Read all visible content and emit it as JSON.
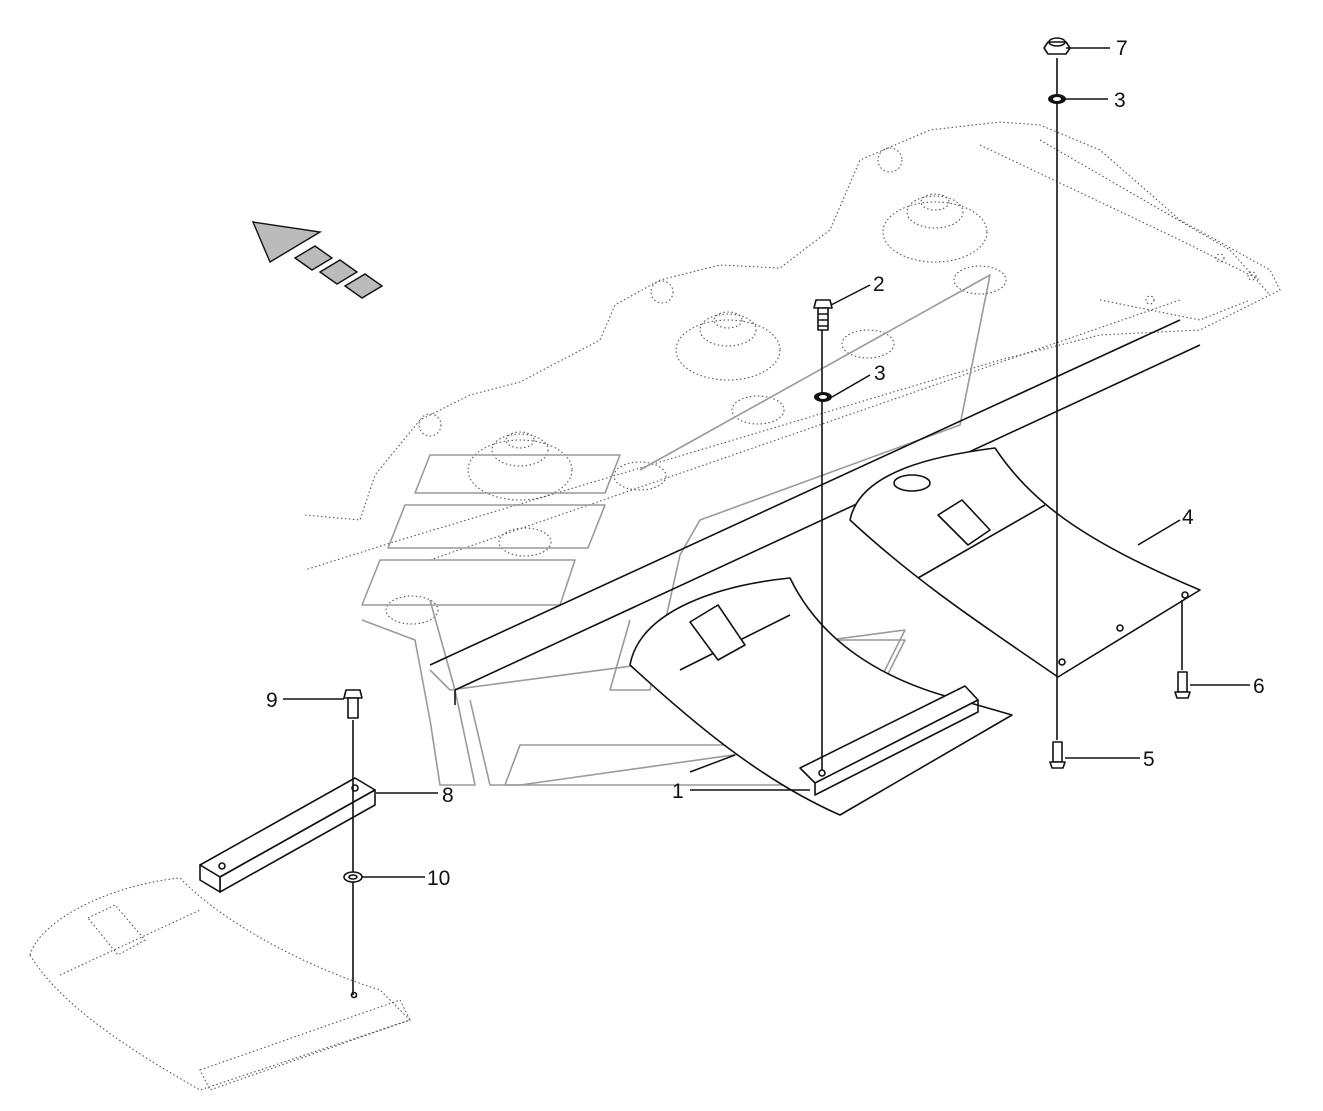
{
  "callouts": {
    "c1": "1",
    "c2": "2",
    "c3a": "3",
    "c3b": "3",
    "c4": "4",
    "c5": "5",
    "c6": "6",
    "c7": "7",
    "c8": "8",
    "c9": "9",
    "c10": "10"
  },
  "icons": {
    "direction": "direction-arrow-icon"
  },
  "colors": {
    "ink": "#111111",
    "outline_grey": "#9a9a9a",
    "dotted": "#555555"
  }
}
